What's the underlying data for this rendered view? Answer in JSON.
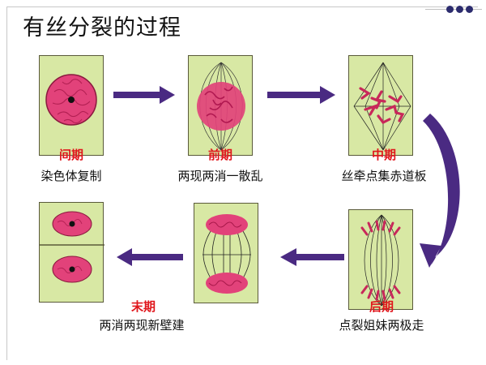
{
  "title": "有丝分裂的过程",
  "accent": "#e0161c",
  "arrow_color": "#4a2a82",
  "cell_color": "#d8e8a4",
  "chromatin_color": "#e2427a",
  "stages": [
    {
      "phase": "间期",
      "description": "染色体复制"
    },
    {
      "phase": "前期",
      "description": "两现两消一散乱"
    },
    {
      "phase": "中期",
      "description": "丝牵点集赤道板"
    },
    {
      "phase": "后期",
      "description": "点裂姐妹两极走"
    },
    {
      "phase": "末期",
      "description": "两消两现新壁建"
    }
  ]
}
